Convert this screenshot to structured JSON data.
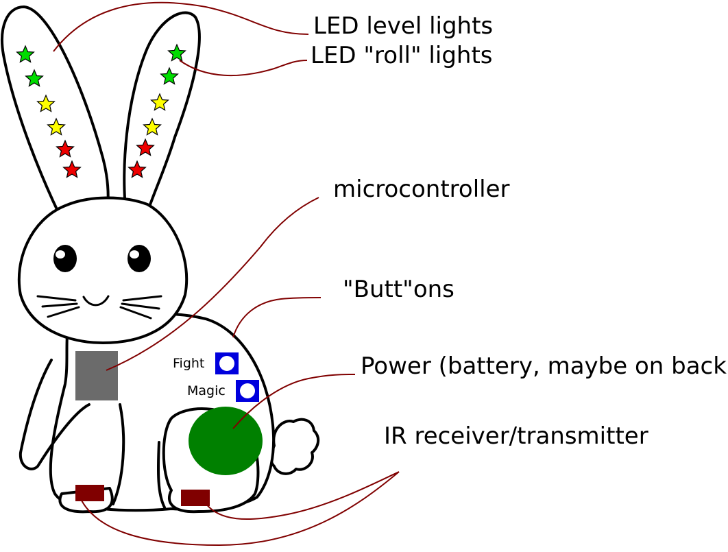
{
  "labels": {
    "led_level": "LED level lights",
    "led_roll": "LED \"roll\" lights",
    "microcontroller": "microcontroller",
    "buttons": "\"Butt\"ons",
    "power": "Power (battery, maybe on back?)",
    "ir": "IR receiver/transmitter"
  },
  "buttons": {
    "fight": "Fight",
    "magic": "Magic"
  },
  "colors": {
    "outline": "#000000",
    "leader": "#800000",
    "star_green": "#00dd00",
    "star_yellow": "#ffff00",
    "star_red": "#ee0000",
    "microcontroller": "#6b6b6b",
    "button": "#0000dd",
    "battery": "#008000",
    "ir": "#800000"
  },
  "icons": {
    "ear_stars": [
      "green-star",
      "green-star",
      "yellow-star",
      "yellow-star",
      "red-star",
      "red-star"
    ]
  }
}
